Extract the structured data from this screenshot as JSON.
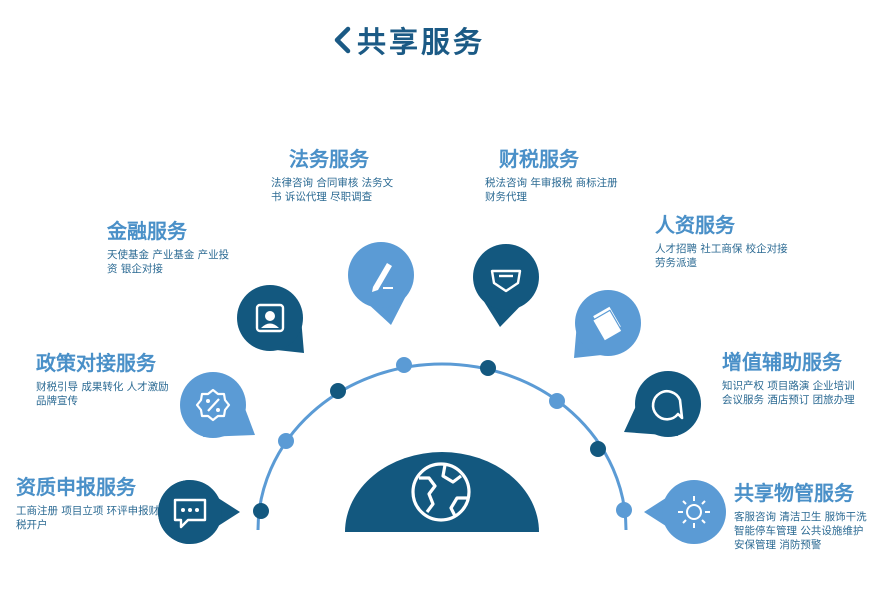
{
  "header": {
    "title": "共享服务"
  },
  "colors": {
    "dark": "#13587f",
    "light": "#5b9bd5"
  },
  "services": [
    {
      "name": "资质申报服务",
      "desc": "工商注册 项目立项 环评申报财税开户",
      "icon": "chat-icon"
    },
    {
      "name": "政策对接服务",
      "desc": "财税引导 成果转化 人才激励 品牌宣传",
      "icon": "badge-percent-icon"
    },
    {
      "name": "金融服务",
      "desc": "天使基金 产业基金 产业投资 银企对接",
      "icon": "id-card-icon"
    },
    {
      "name": "法务服务",
      "desc": "法律咨询 合同审核 法务文书 诉讼代理 尽职调查",
      "icon": "pen-icon"
    },
    {
      "name": "财税服务",
      "desc": "税法咨询 年审报税 商标注册 财务代理",
      "icon": "tag-icon"
    },
    {
      "name": "人资服务",
      "desc": "人才招聘 社工商保 校企对接 劳务派遣",
      "icon": "documents-icon"
    },
    {
      "name": "增值辅助服务",
      "desc": "知识产权 项目路演 企业培训 会议服务 酒店预订 团旅办理",
      "icon": "speech-bubble-icon"
    },
    {
      "name": "共享物管服务",
      "desc": "客服咨询 清洁卫生 服饰干洗 智能停车管理 公共设施维护 安保管理 消防预警",
      "icon": "sun-icon"
    }
  ],
  "center": {
    "icon": "globe-icon"
  }
}
